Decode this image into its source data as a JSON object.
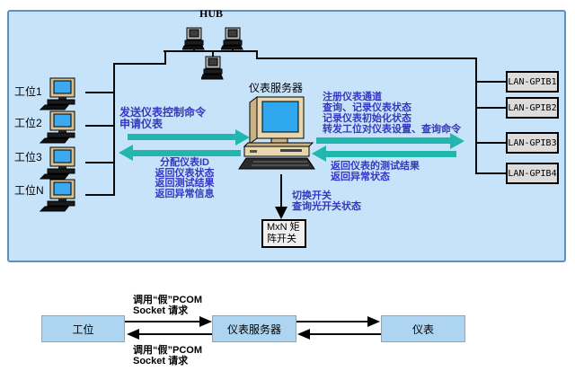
{
  "panel": {
    "hub_label": "HUB",
    "server_label": "仪表服务器",
    "workstations": [
      {
        "label": "工位1"
      },
      {
        "label": "工位2"
      },
      {
        "label": "工位3"
      },
      {
        "label": "工位N"
      }
    ],
    "lan_gpib": [
      "LAN-GPIB1",
      "LAN-GPIB2",
      "LAN-GPIB3",
      "LAN-GPIB4"
    ],
    "matrix_switch": {
      "line1": "MxN 矩",
      "line2": "阵开关"
    },
    "annotations": {
      "send": [
        "发送仪表控制命令",
        "申请仪表"
      ],
      "assign": [
        "分配仪表ID",
        "返回仪表状态",
        "返回测试结果",
        "返回异常信息"
      ],
      "register": [
        "注册仪表通道",
        "查询、记录仪表状态",
        "记录仪表初始化状态",
        "转发工位对仪表设置、查询命令"
      ],
      "return_result": [
        "返回仪表的测试结果",
        "返回异常状态"
      ],
      "switch_query": [
        "切换开关",
        "查询光开关状态"
      ]
    }
  },
  "sequence": {
    "boxes": [
      "工位",
      "仪表服务器",
      "仪表"
    ],
    "top_label": [
      "调用“假”PCOM",
      "Socket 请求"
    ],
    "bottom_label": [
      "调用“假”PCOM",
      "Socket 请求"
    ]
  },
  "colors": {
    "panel_bg": "#C7E3FA",
    "panel_border": "#5E90C2",
    "teal_arrow": "#21B6AE",
    "blue_text": "#3636C0",
    "lan_box_bg": "#DCDCDC",
    "seq_box_bg": "#ADD5F2"
  }
}
